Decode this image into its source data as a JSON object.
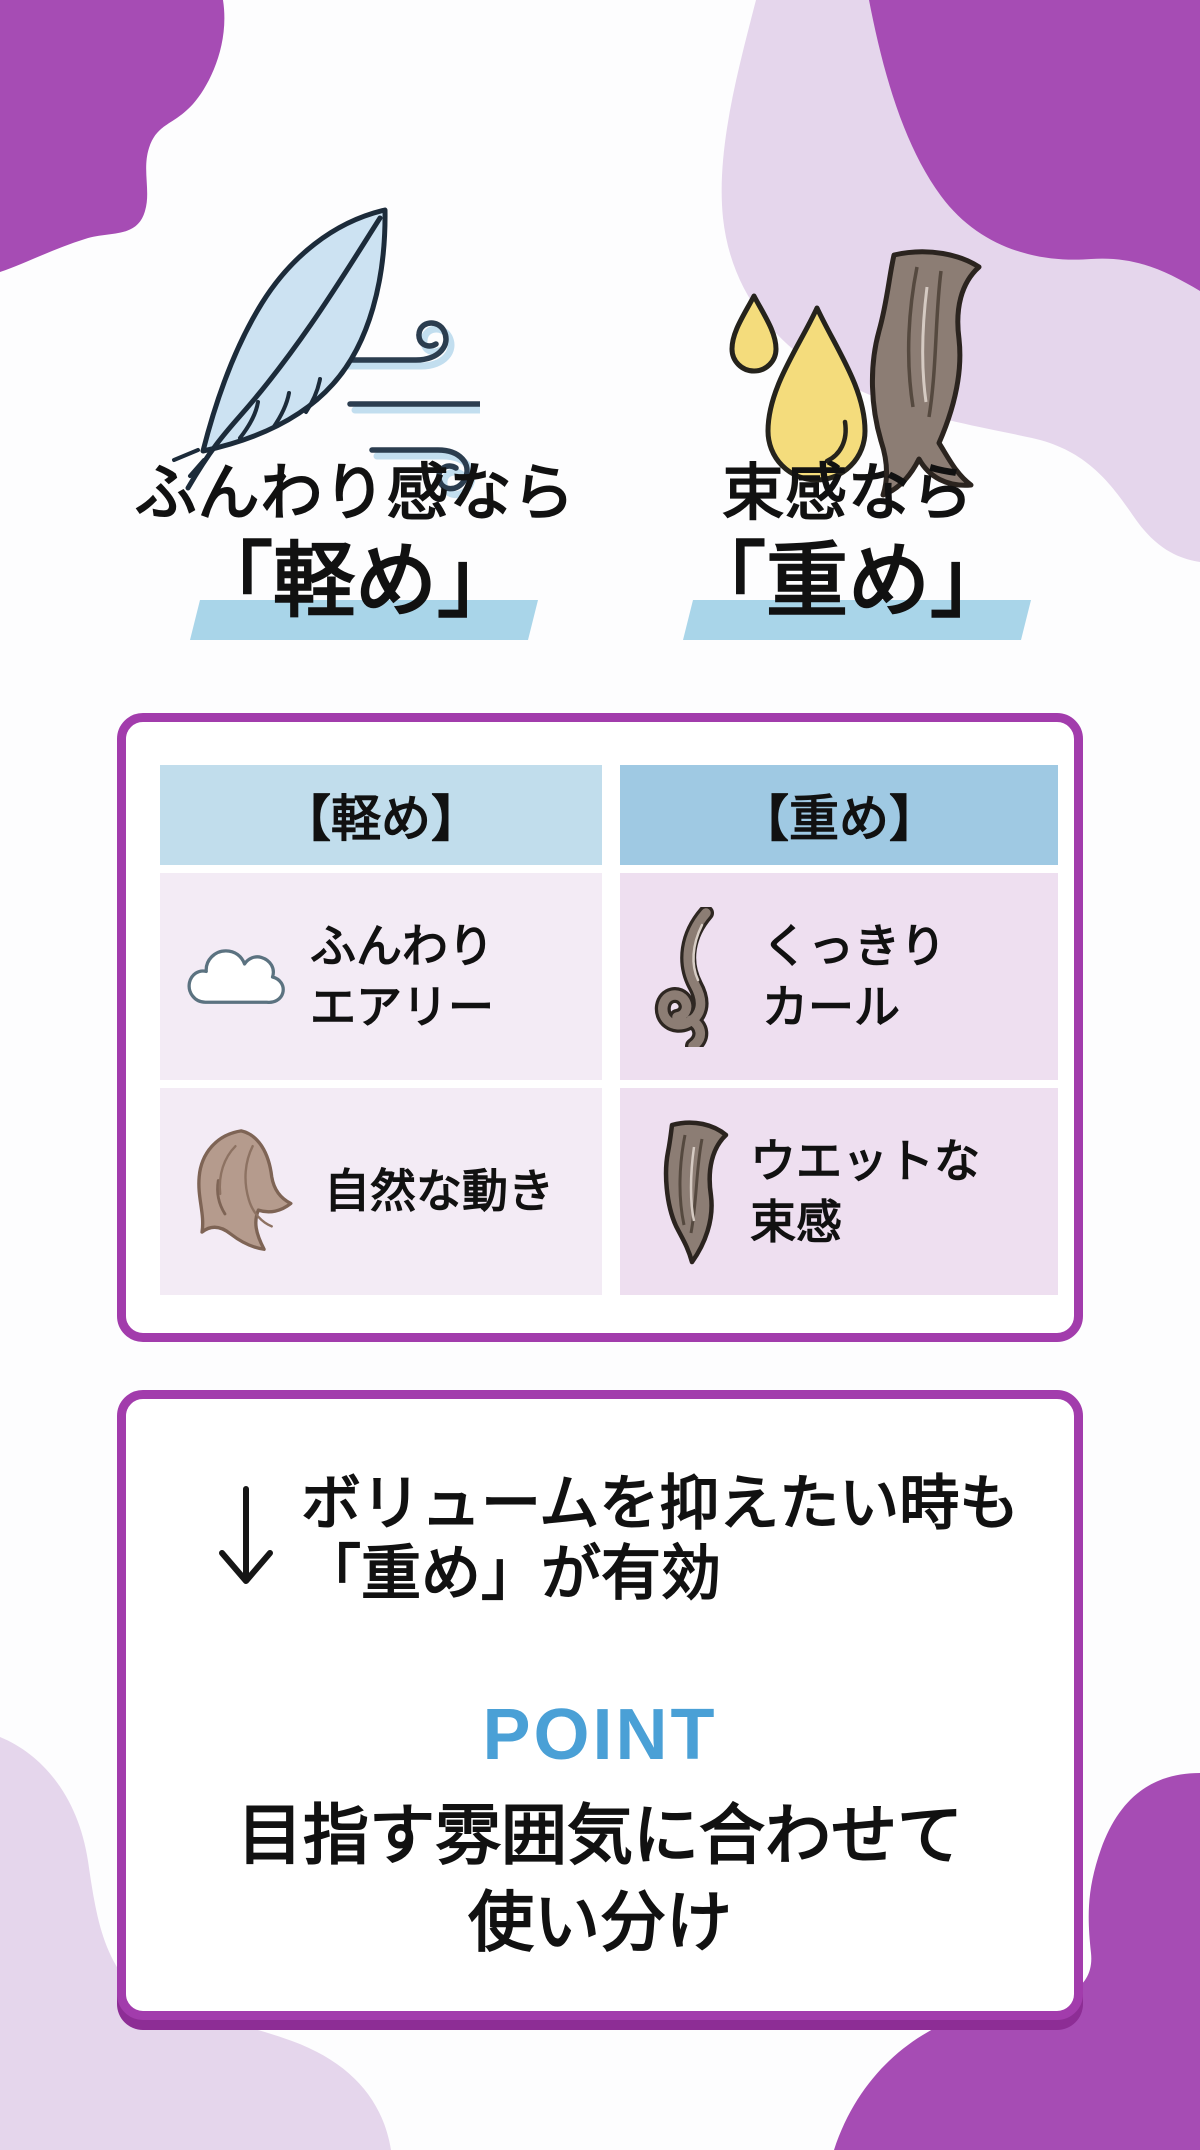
{
  "colors": {
    "blob_purple": "#A64CB4",
    "blob_lavender": "#E5D6EC",
    "card_border": "#A23CAC",
    "card_shadow": "#8D2D95",
    "highlight_blue": "#A9D5E9",
    "header_blue_light": "#C1DDEC",
    "header_blue_dark": "#9FC9E3",
    "cell_pink_light": "#F3EBF5",
    "cell_pink_dark": "#EEDFF0",
    "point_blue": "#4AA0D6",
    "drop_yellow": "#F4DC7C",
    "hair_taupe": "#8C7D74",
    "feather_blue": "#CCE2F2"
  },
  "hero": {
    "left": {
      "icon": "feather-wind-icon",
      "line1": "ふんわり感なら",
      "line2": "「軽め」"
    },
    "right": {
      "icon": "oil-drops-hair-icon",
      "line1": "束感なら",
      "line2": "「重め」"
    }
  },
  "table": {
    "columns": [
      {
        "header": "【軽め】",
        "rows": [
          {
            "icon": "cloud-icon",
            "lines": [
              "ふんわり",
              "エアリー"
            ]
          },
          {
            "icon": "wavy-hair-icon",
            "lines": [
              "自然な動き"
            ]
          }
        ]
      },
      {
        "header": "【重め】",
        "rows": [
          {
            "icon": "curl-strand-icon",
            "lines": [
              "くっきり",
              "カール"
            ]
          },
          {
            "icon": "wet-strand-icon",
            "lines": [
              "ウエットな",
              "束感"
            ]
          }
        ]
      }
    ]
  },
  "note": {
    "arrow_icon": "down-arrow-icon",
    "line1": "ボリュームを抑えたい時も",
    "line2": "「重め」が有効",
    "point_label": "POINT",
    "point_line1": "目指す雰囲気に合わせて",
    "point_line2": "使い分け"
  }
}
